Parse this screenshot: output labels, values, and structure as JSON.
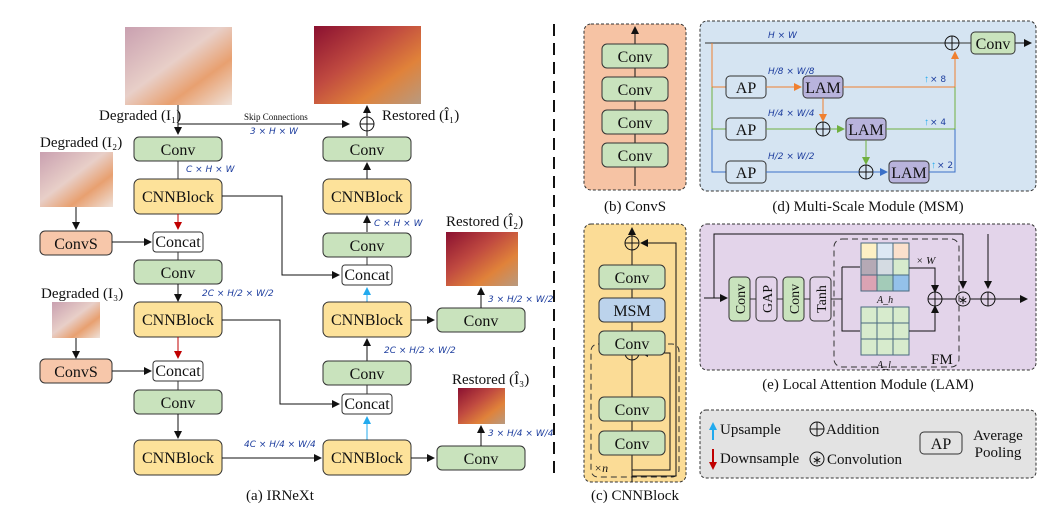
{
  "figure": {
    "captions": {
      "a": "(a) IRNeXt",
      "b": "(b) ConvS",
      "c": "(c) CNNBlock",
      "d": "(d) Multi-Scale Module (MSM)",
      "e": "(e) Local Attention Module (LAM)"
    },
    "colors": {
      "conv": "#c9e3bd",
      "cnnblock": "#fde29a",
      "convs": "#f7c7aa",
      "concat": "#ffffff",
      "msm": "#bcd3ec",
      "lam": "#b8b3dc",
      "msm_bg": "#d5e4f2",
      "lam_bg": "#e3d4ea",
      "cnnblock_bg": "#fbdc96",
      "convs_bg": "#f6c3a4",
      "legend_bg": "#e3e3e3",
      "upsample": "#22aaee",
      "downsample": "#c00000",
      "orange_path": "#f08030",
      "green_path": "#70b040",
      "blue_path": "#3a70c8"
    }
  },
  "irnext": {
    "degraded1": "Degraded (I₁)",
    "degraded2": "Degraded (I₂)",
    "degraded3": "Degraded (I₃)",
    "restored1": "Restored (Î₁)",
    "restored2": "Restored (Î₂)",
    "restored3": "Restored (Î₃)",
    "skip_label": "Skip Connections",
    "skip_dim": "3 × H × W",
    "conv": "Conv",
    "cnnblock": "CNNBlock",
    "concat": "Concat",
    "convs": "ConvS",
    "dims": {
      "enc1": "C × H × W",
      "enc2": "2C × H/2 × W/2",
      "enc3": "4C × H/4 × W/4",
      "dec1": "C × H × W",
      "dec2": "2C × H/2 × W/2",
      "out2": "3 × H/2 × W/2",
      "out3": "3 × H/4 × W/4"
    }
  },
  "convs_module": {
    "layers": [
      "Conv",
      "Conv",
      "Conv",
      "Conv"
    ]
  },
  "cnnblock_module": {
    "conv": "Conv",
    "msm": "MSM",
    "repeat": "×n"
  },
  "msm_module": {
    "hw": "H × W",
    "ap": "AP",
    "lam": "LAM",
    "conv": "Conv",
    "scale8": "H/8 × W/8",
    "scale4": "H/4 × W/4",
    "scale2": "H/2 × W/2",
    "up8": "× 8",
    "up4": "× 4",
    "up2": "× 2"
  },
  "lam_module": {
    "conv": "Conv",
    "gap": "GAP",
    "tanh": "Tanh",
    "ah": "A_h",
    "al": "A_l",
    "times_w": "× W",
    "fm": "FM",
    "ah_cells": [
      "#fdf0c4",
      "#dde8f4",
      "#fbe0cc",
      "#b5a9b5",
      "#d4dbe2",
      "#d7ebcd",
      "#dba3b3",
      "#a3cbb8",
      "#94c1ea"
    ],
    "al_cell": "#d7ebcd"
  },
  "legend": {
    "upsample": "Upsample",
    "downsample": "Downsample",
    "addition": "Addition",
    "convolution": "Convolution",
    "ap": "AP",
    "avg1": "Average",
    "avg2": "Pooling"
  }
}
